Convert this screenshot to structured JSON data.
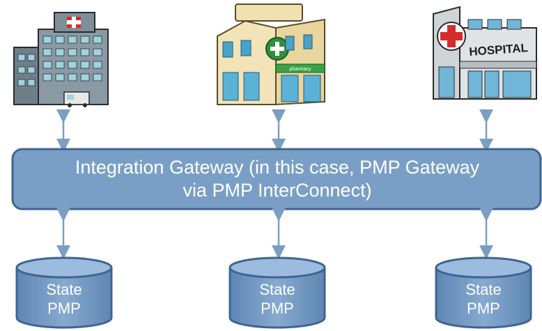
{
  "gateway": {
    "line1": "Integration Gateway (in this case, PMP Gateway",
    "line2": "via PMP InterConnect)"
  },
  "databases": [
    {
      "line1": "State",
      "line2": "PMP"
    },
    {
      "line1": "State",
      "line2": "PMP"
    },
    {
      "line1": "State",
      "line2": "PMP"
    }
  ],
  "buildings": {
    "hospital_sign": "HOSPITAL",
    "pharmacy_sign": "pharmacy"
  },
  "colors": {
    "box_fill": "#7a9fc6",
    "box_stroke": "#3f6590",
    "arrow": "#7c9ec3"
  }
}
